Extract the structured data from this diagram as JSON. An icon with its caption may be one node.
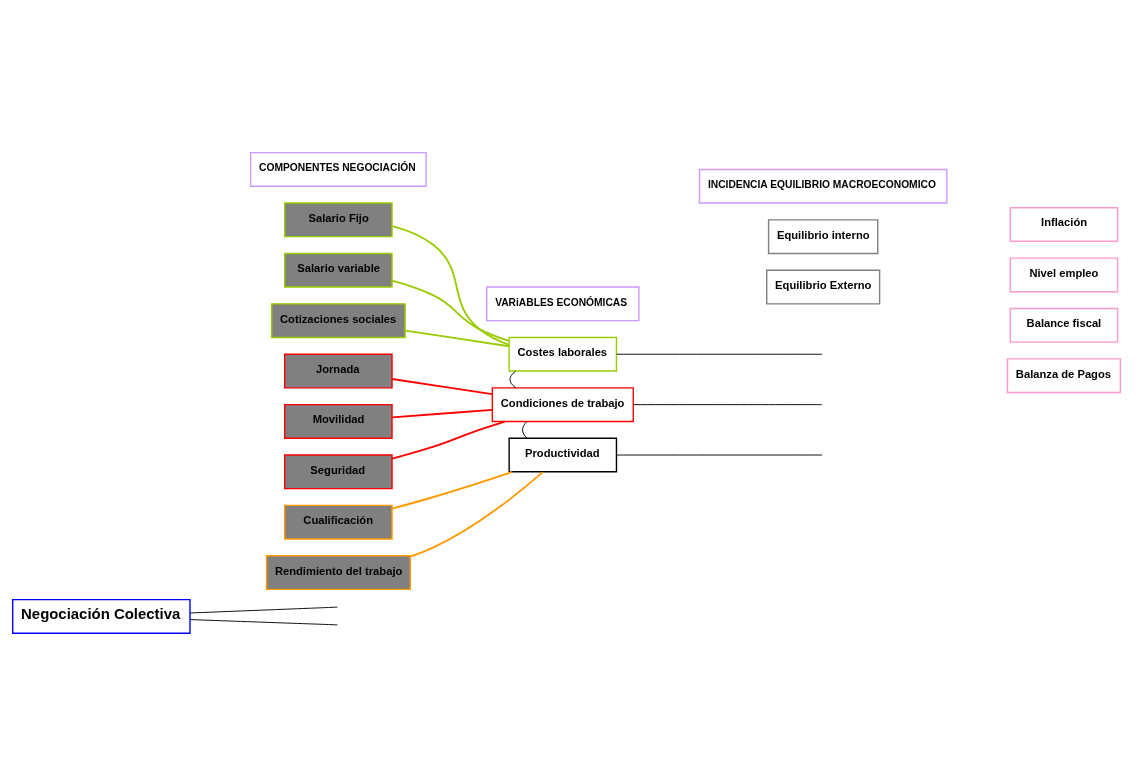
{
  "diagram": {
    "nodes": [
      {
        "text": [
          "COMPONENTES NEGOCIACIÓN"
        ]
      },
      {
        "text": [
          "VARiABLES ECONÓMICAS"
        ]
      },
      {
        "text": [
          "INCIDENCIA EQUILIBRIO MACROECONOMICO"
        ]
      },
      {
        "text": [
          "Negociación Colectiva"
        ]
      },
      {
        "text": [
          "Salario Fijo"
        ]
      },
      {
        "text": [
          "Salario variable"
        ]
      },
      {
        "text": [
          "Cotizaciones sociales"
        ]
      },
      {
        "text": [
          "Jornada"
        ]
      },
      {
        "text": [
          "Movilidad"
        ]
      },
      {
        "text": [
          "Seguridad"
        ]
      },
      {
        "text": [
          "Cualificación"
        ]
      },
      {
        "text": [
          "Rendimiento del trabajo"
        ]
      },
      {
        "text": [
          "Costes laborales"
        ]
      },
      {
        "text": [
          "Condiciones de trabajo"
        ]
      },
      {
        "text": [
          "Productividad"
        ]
      },
      {
        "text": [
          "Equilibrio interno"
        ]
      },
      {
        "text": [
          "Equilibrio Externo"
        ]
      },
      {
        "text": [
          "Inflación"
        ]
      },
      {
        "text": [
          "Nivel empleo"
        ]
      },
      {
        "text": [
          "Balance fiscal"
        ]
      },
      {
        "text": [
          "Balanza de Pagos"
        ]
      }
    ],
    "edges": [
      {
        "from": 3,
        "to": null,
        "arrow": "none"
      },
      {
        "from": 3,
        "to": null,
        "arrow": "none"
      },
      {
        "from": 4,
        "to": 12,
        "arrow": "none",
        "color": "#99cc00"
      },
      {
        "from": 5,
        "to": 12,
        "arrow": "none",
        "color": "#99cc00"
      },
      {
        "from": 6,
        "to": 12,
        "arrow": "none",
        "color": "#99cc00"
      },
      {
        "from": 7,
        "to": 13,
        "arrow": "none",
        "color": "#ff0000"
      },
      {
        "from": 8,
        "to": 13,
        "arrow": "none",
        "color": "#ff0000"
      },
      {
        "from": 9,
        "to": 13,
        "arrow": "none",
        "color": "#ff0000"
      },
      {
        "from": 10,
        "to": 14,
        "arrow": "none",
        "color": "#ff9900"
      },
      {
        "from": 11,
        "to": 14,
        "arrow": "none",
        "color": "#ff9900"
      },
      {
        "from": 12,
        "to": 13,
        "arrow": "none"
      },
      {
        "from": 13,
        "to": 14,
        "arrow": "none"
      },
      {
        "from": 12,
        "to": null,
        "arrow": "none"
      },
      {
        "from": 13,
        "to": null,
        "arrow": "none"
      },
      {
        "from": 14,
        "to": null,
        "arrow": "none"
      }
    ]
  }
}
